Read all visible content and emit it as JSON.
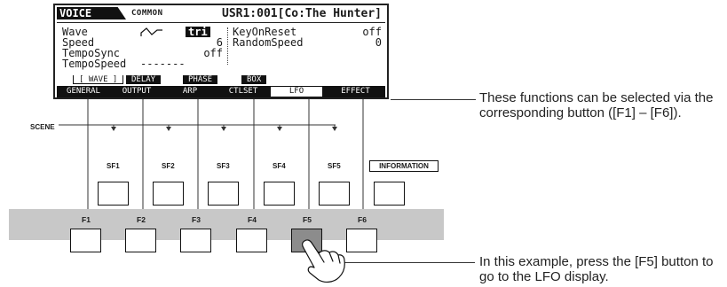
{
  "lcd": {
    "mode": "VOICE",
    "submode": "COMMON",
    "title": "USR1:001[Co:The Hunter]",
    "params_left": [
      {
        "label": "Wave",
        "value": "tri",
        "highlight": true
      },
      {
        "label": "Speed",
        "value": "6",
        "highlight": false
      },
      {
        "label": "TempoSync",
        "value": "off",
        "highlight": false
      },
      {
        "label": "TempoSpeed",
        "value": "-------",
        "highlight": false
      }
    ],
    "params_right": [
      {
        "label": "KeyOnReset",
        "value": "off"
      },
      {
        "label": "RandomSpeed",
        "value": "0"
      }
    ],
    "wave_icon": "triangle-wave-icon",
    "subtabs": [
      "[ WAVE ]",
      "DELAY",
      "PHASE",
      "BOX"
    ],
    "tabs": [
      "GENERAL",
      "OUTPUT",
      "ARP",
      "CTLSET",
      "LFO",
      "EFFECT"
    ],
    "active_tab": "LFO"
  },
  "callouts": {
    "top": "These functions can be selected via the corresponding button ([F1] – [F6]).",
    "bottom": "In this example, press the [F5] button to go to the LFO display."
  },
  "panel": {
    "scene_label": "SCENE",
    "sf_buttons": [
      "SF1",
      "SF2",
      "SF3",
      "SF4",
      "SF5"
    ],
    "information_label": "INFORMATION",
    "f_buttons": [
      "F1",
      "F2",
      "F3",
      "F4",
      "F5",
      "F6"
    ],
    "pressed_button": "F5",
    "hand_icon": "pointing-hand-icon"
  }
}
